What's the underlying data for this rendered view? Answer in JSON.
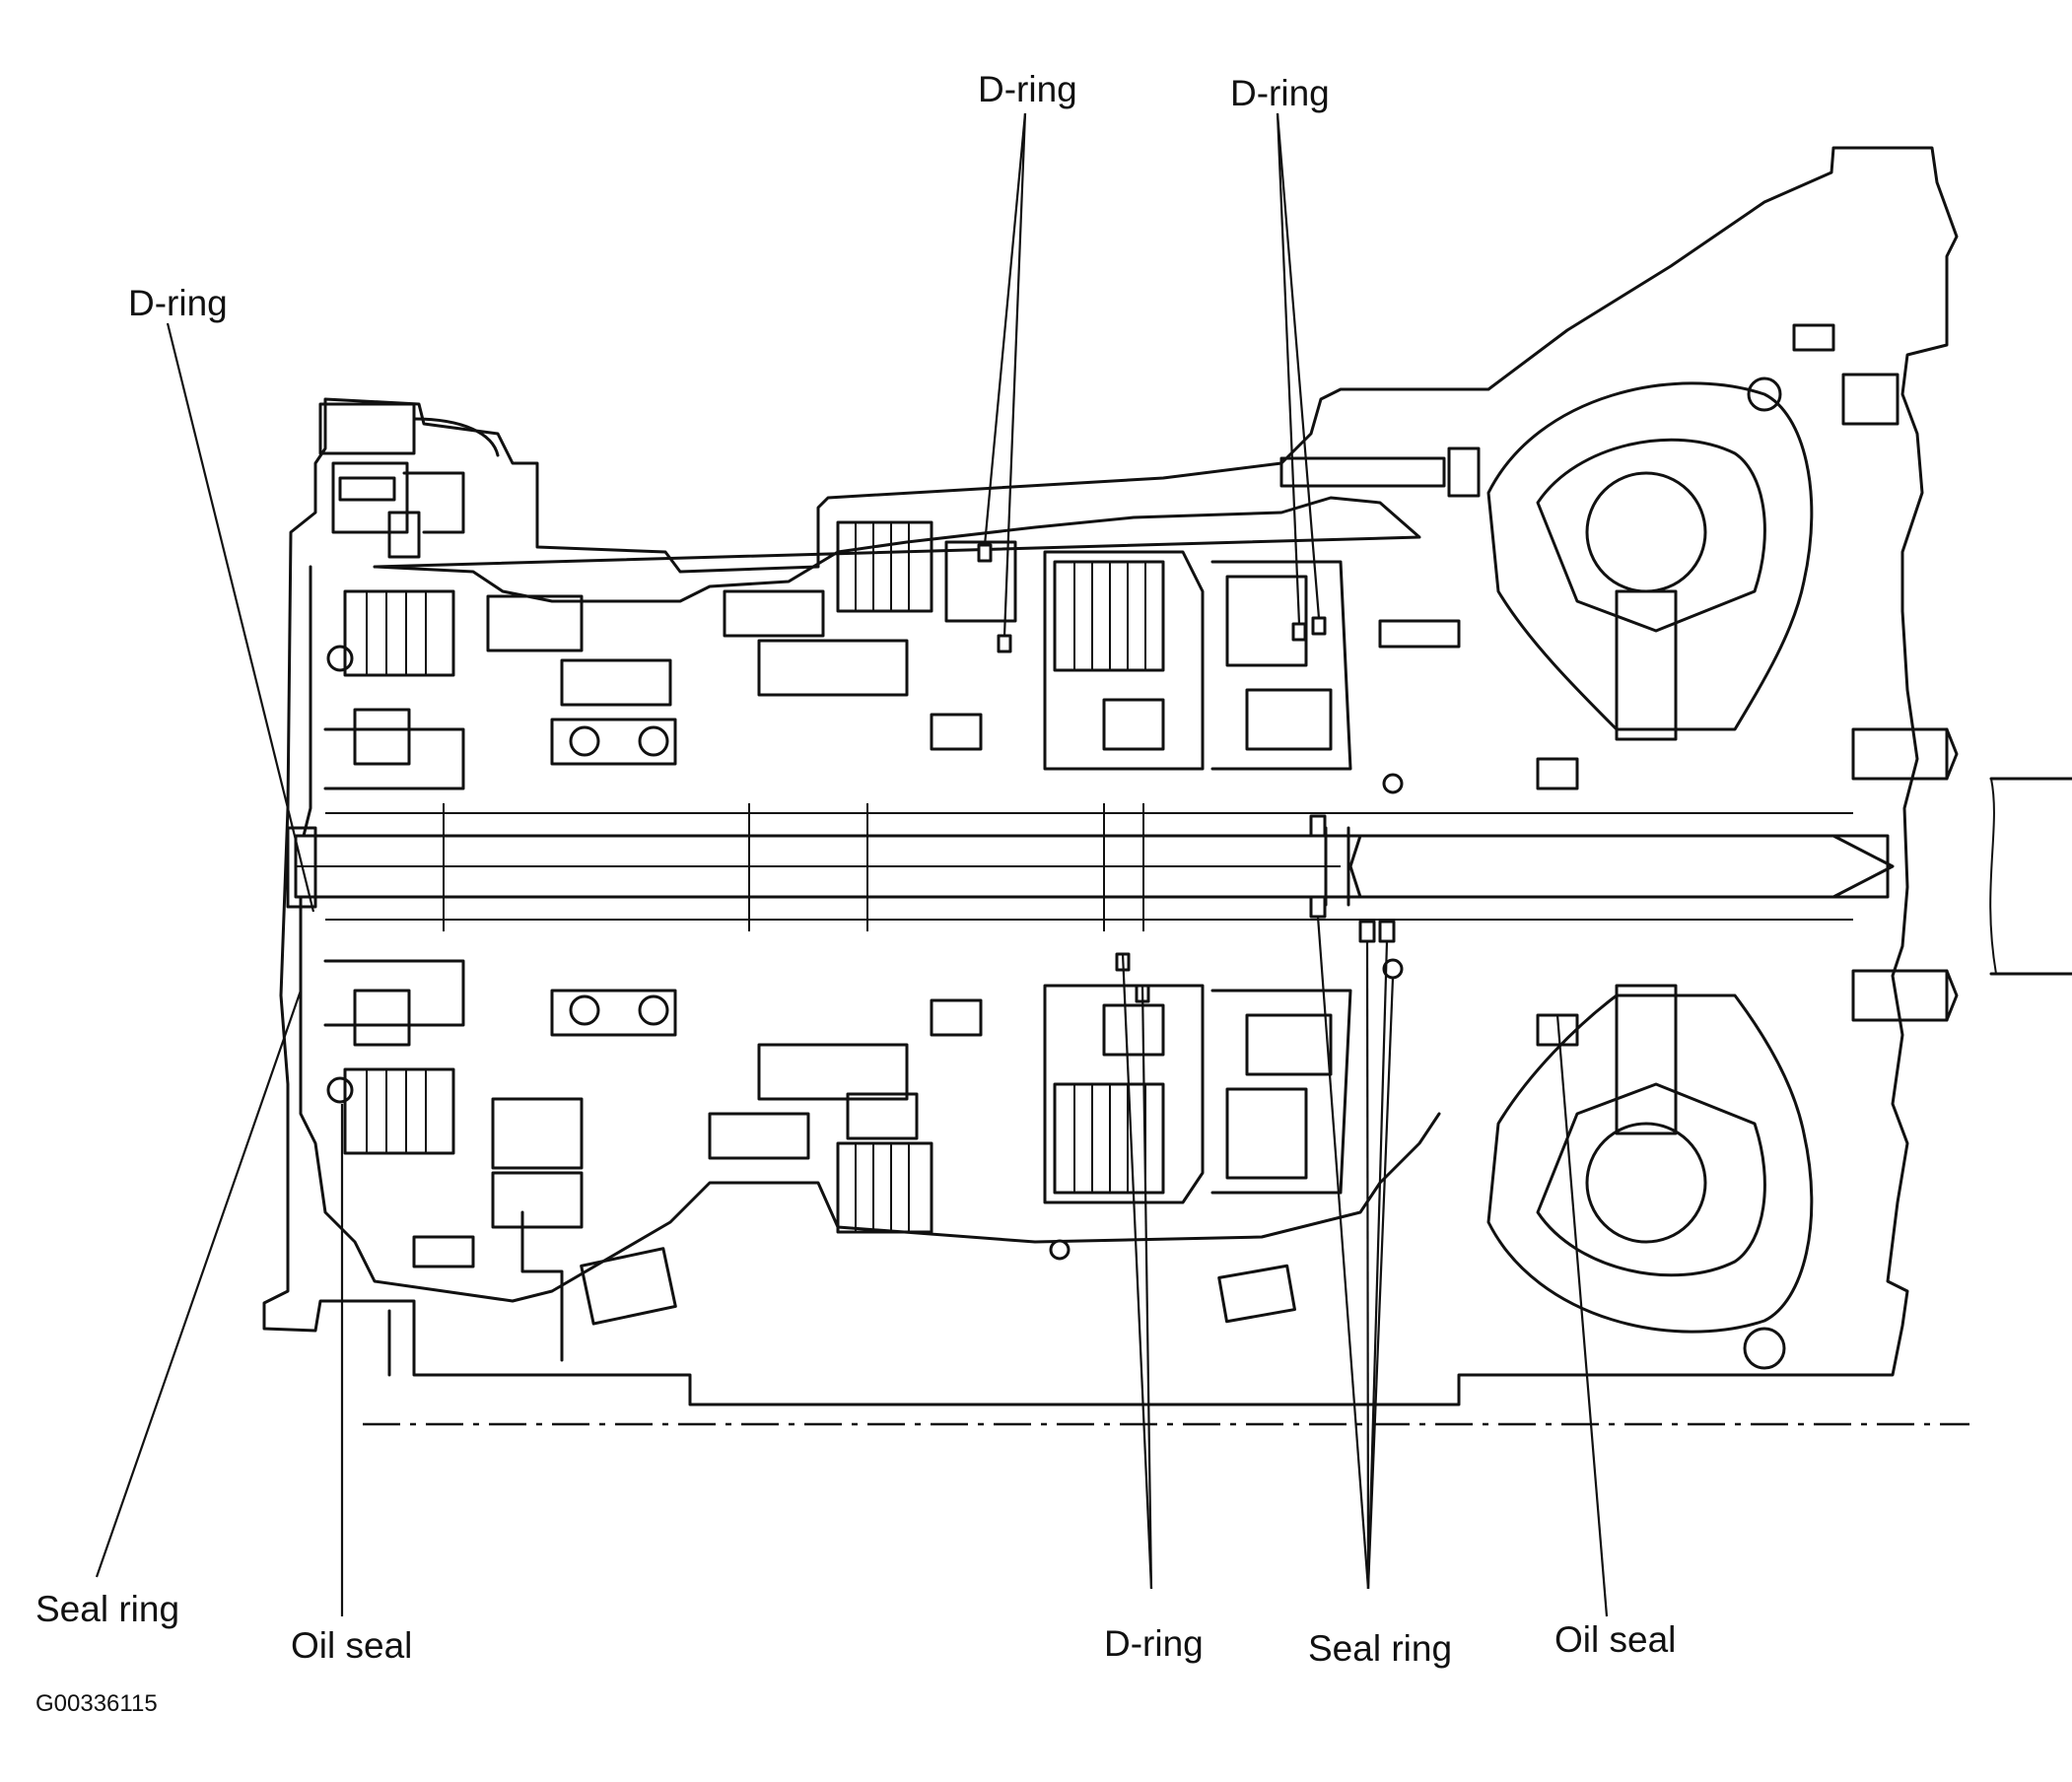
{
  "labels": {
    "d_ring_top_left": "D-ring",
    "d_ring_top_middle": "D-ring",
    "d_ring_top_right": "D-ring",
    "seal_ring_left": "Seal ring",
    "oil_seal_left": "Oil seal",
    "d_ring_bottom": "D-ring",
    "seal_ring_bottom": "Seal ring",
    "oil_seal_right": "Oil seal"
  },
  "figure_code": "G00336115",
  "colors": {
    "ink": "#111111",
    "background": "#ffffff"
  }
}
